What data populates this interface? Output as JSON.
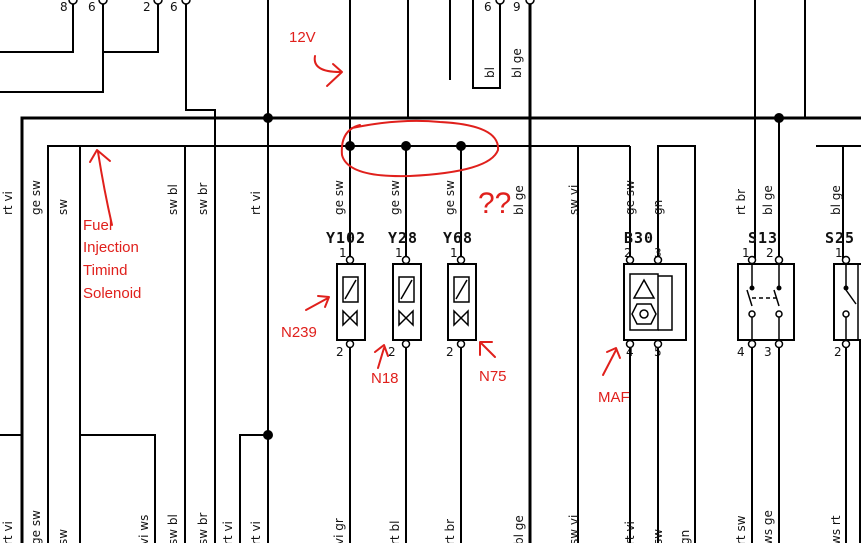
{
  "diagram": {
    "connector_pins_top": [
      "8",
      "6",
      "2",
      "6",
      "6",
      "9"
    ],
    "top_wire_labels": [
      "bl",
      "bl ge"
    ],
    "upper_wire_labels": [
      "rt vi",
      "ge sw",
      "sw",
      "sw bl",
      "sw br",
      "rt vi",
      "ge sw",
      "ge sw",
      "ge sw",
      "bl ge",
      "sw vi",
      "ge sw",
      "gn",
      "rt br",
      "bl ge",
      "bl ge"
    ],
    "lower_wire_labels": [
      "rt vi",
      "ge sw",
      "sw",
      "vi ws",
      "sw bl",
      "sw br",
      "rt vi",
      "rt vi",
      "vi gr",
      "rt bl",
      "rt br",
      "bl ge",
      "sw vi",
      "rt vi",
      "sw",
      "gn",
      "rt sw",
      "ws ge",
      "ws rt"
    ],
    "components": [
      {
        "id": "Y102",
        "pin_top": "1",
        "pin_bottom": "2"
      },
      {
        "id": "Y28",
        "pin_top": "1",
        "pin_bottom": "2"
      },
      {
        "id": "Y68",
        "pin_top": "1",
        "pin_bottom": "2"
      },
      {
        "id": "B30",
        "pins_top": [
          "2",
          "3"
        ],
        "pins_bottom": [
          "4",
          "5"
        ]
      },
      {
        "id": "S13",
        "pins_top": [
          "1",
          "2"
        ],
        "pins_bottom": [
          "4",
          "3"
        ]
      },
      {
        "id": "S25",
        "pin_top": "1",
        "pin_bottom": "2"
      }
    ],
    "annotations": {
      "voltage": "12V",
      "fuel_1": "Fuel",
      "fuel_2": "Injection",
      "fuel_3": "Timind",
      "fuel_4": "Solenoid",
      "n239": "N239",
      "n18": "N18",
      "n75": "N75",
      "maf": "MAF",
      "unknown": "??"
    }
  }
}
